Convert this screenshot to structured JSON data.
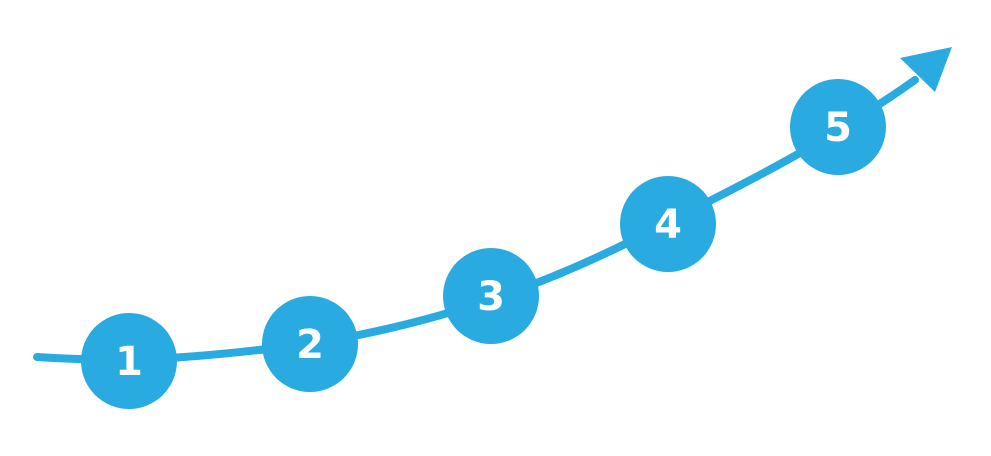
{
  "colors": {
    "accent": "#29abe2",
    "label": "#ffffff",
    "background": "#ffffff"
  },
  "steps": [
    {
      "label": "1"
    },
    {
      "label": "2"
    },
    {
      "label": "3"
    },
    {
      "label": "4"
    },
    {
      "label": "5"
    }
  ],
  "arrowhead_icon": "arrow-right-icon"
}
